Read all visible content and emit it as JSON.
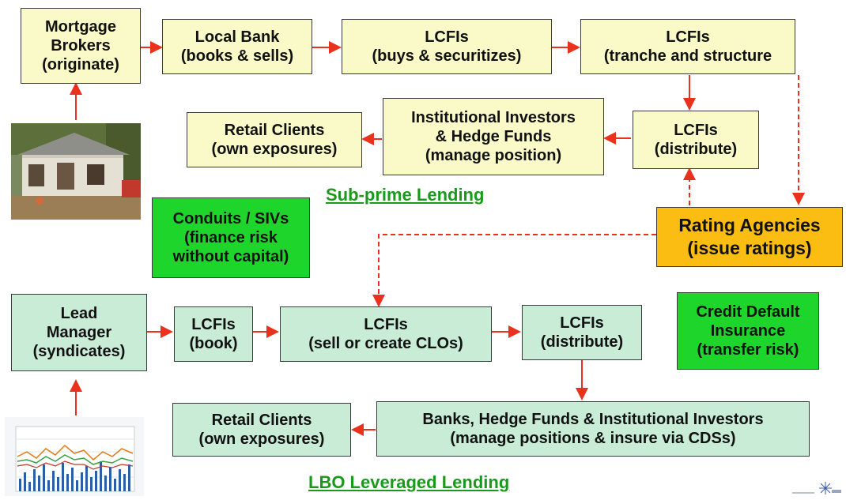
{
  "colors": {
    "box_yellow": "#fafac8",
    "box_mint": "#c8ecd6",
    "box_green": "#1ed62b",
    "box_orange": "#fbbd12",
    "arrow_red": "#e8321e",
    "label_green": "#1a9a1a"
  },
  "subprime": {
    "label": "Sub-prime Lending",
    "mortgage_brokers": [
      "Mortgage",
      "Brokers",
      "(originate)"
    ],
    "local_bank": [
      "Local Bank",
      "(books & sells)"
    ],
    "lcfis_buys": [
      "LCFIs",
      "(buys & securitizes)"
    ],
    "lcfis_tranche": [
      "LCFIs",
      "(tranche and structure"
    ],
    "lcfis_distribute": [
      "LCFIs",
      "(distribute)"
    ],
    "institutional": [
      "Institutional Investors",
      "& Hedge Funds",
      "(manage position)"
    ],
    "retail": [
      "Retail Clients",
      "(own exposures)"
    ]
  },
  "rating_agencies": [
    "Rating Agencies",
    "(issue ratings)"
  ],
  "conduits": [
    "Conduits / SIVs",
    "(finance risk",
    "without capital)"
  ],
  "credit_default": [
    "Credit Default",
    "Insurance",
    "(transfer risk)"
  ],
  "lbo": {
    "label": "LBO Leveraged Lending",
    "lead_manager": [
      "Lead",
      "Manager",
      "(syndicates)"
    ],
    "lcfis_book": [
      "LCFIs",
      "(book)"
    ],
    "lcfis_sell": [
      "LCFIs",
      "(sell or create CLOs)"
    ],
    "lcfis_distribute": [
      "LCFIs",
      "(distribute)"
    ],
    "banks": [
      "Banks, Hedge Funds & Institutional Investors",
      "(manage positions & insure via CDSs)"
    ],
    "retail": [
      "Retail Clients",
      "(own exposures)"
    ]
  },
  "icons": {
    "house_photo": "house-photo-icon",
    "stock_chart": "stock-chart-icon",
    "logo": "corner-logo-icon"
  }
}
